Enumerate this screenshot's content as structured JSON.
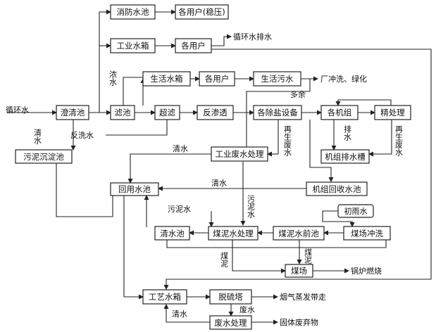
{
  "nodes": {
    "fire_pool": "消防水池",
    "users_stable": "各用户(稳压)",
    "industrial_tank": "工业水箱",
    "users_industrial": "各用户",
    "domestic_tank": "生活水箱",
    "users_domestic": "各用户",
    "domestic_sewage": "生活污水",
    "clarifier": "澄清池",
    "filter_pool": "滤池",
    "ultrafiltration": "超滤",
    "reverse_osmosis": "反渗透",
    "desalination": "各除盐设备",
    "units": "各机组",
    "polishing": "精处理",
    "sludge_tank": "污泥沉淀池",
    "industrial_wastewater": "工业废水处理",
    "unit_drain_trench": "机组排水槽",
    "reuse_pool": "回用水池",
    "unit_recovery_pool": "机组回收水池",
    "clear_pool": "清水池",
    "coal_slurry_treatment": "煤泥水处理",
    "coal_slurry_pre_pool": "煤泥水前池",
    "coal_yard_flush": "煤场冲洗",
    "coal_yard": "煤场",
    "process_tank": "工艺水箱",
    "desulfurization_tower": "脱硫塔",
    "wastewater_treatment": "废水处理"
  },
  "labels": {
    "circulating_water": "循环水",
    "circulating_drain": "循环水排水",
    "plant_flush": "厂冲洗、绿化",
    "surplus": "多余",
    "concentrate": "浓水",
    "backwash": "反洗水",
    "clear_water_sludge": "清水",
    "regen_waste_1": "再生废水",
    "drain": "排水",
    "regen_waste_2": "再生废水",
    "clear_water_1": "清水",
    "clear_water_2": "清水",
    "sludge_water_1": "污泥水",
    "sludge_water_2": "污泥水",
    "initial_rain": "初雨水",
    "coal_slime_1": "煤泥",
    "coal_slime_2": "煤泥",
    "boiler_combustion": "锅炉燃烧",
    "flue_gas": "烟气蒸发带走",
    "waste_water": "废水",
    "clear_water_3": "清水",
    "solid_waste": "固体废弃物"
  }
}
